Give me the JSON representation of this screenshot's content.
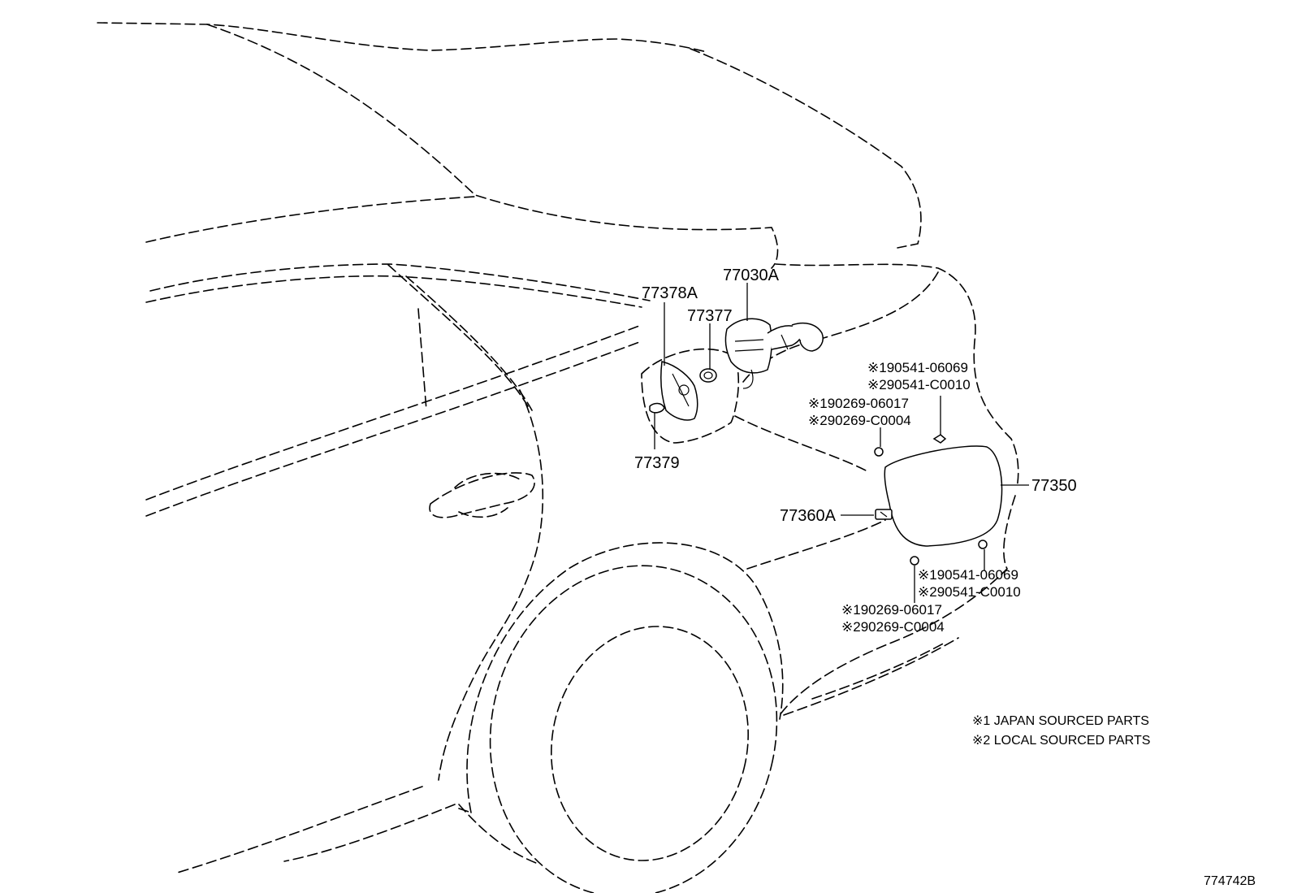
{
  "callouts": {
    "p77030a": "77030A",
    "p77378a": "77378A",
    "p77377": "77377",
    "p77379": "77379",
    "p77350": "77350",
    "p77360a": "77360A",
    "c_top_a1": "※190541-06069",
    "c_top_a2": "※290541-C0010",
    "c_top_b1": "※190269-06017",
    "c_top_b2": "※290269-C0004",
    "c_bot_a1": "※190541-06069",
    "c_bot_a2": "※290541-C0010",
    "c_bot_b1": "※190269-06017",
    "c_bot_b2": "※290269-C0004"
  },
  "legend": {
    "note1": "※1 JAPAN SOURCED PARTS",
    "note2": "※2 LOCAL SOURCED PARTS"
  },
  "figure_id": "774742B"
}
